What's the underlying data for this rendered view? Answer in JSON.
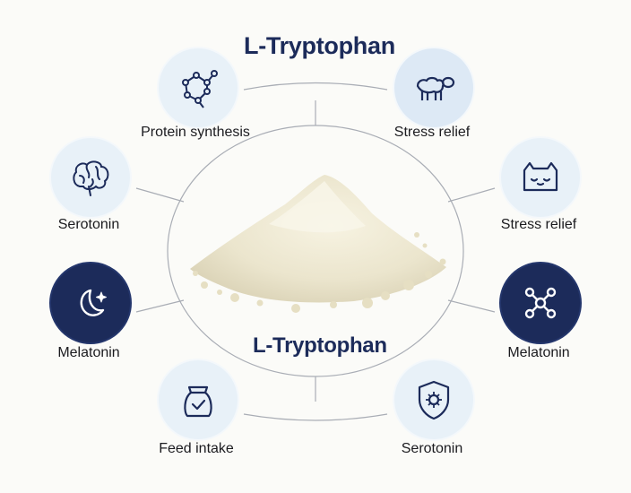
{
  "title_top": "L-Tryptophan",
  "title_center": "L-Tryptophan",
  "nodes": [
    {
      "label": "Protein synthesis",
      "icon": "molecule-network-icon",
      "style": "light"
    },
    {
      "label": "Stress relief",
      "icon": "sheep-icon",
      "style": "light"
    },
    {
      "label": "Serotonin",
      "icon": "brain-icon",
      "style": "light"
    },
    {
      "label": "Stress relief",
      "icon": "sleeping-cat-icon",
      "style": "light"
    },
    {
      "label": "Melatonin",
      "icon": "moon-stars-icon",
      "style": "dark"
    },
    {
      "label": "Melatonin",
      "icon": "molecule-icon",
      "style": "dark"
    },
    {
      "label": "Feed intake",
      "icon": "feed-bag-icon",
      "style": "light"
    },
    {
      "label": "Serotonin",
      "icon": "shield-virus-icon",
      "style": "light"
    }
  ],
  "colors": {
    "navy": "#1c2b5a",
    "light_circle": "#e8f1f8",
    "line": "#a9adb5"
  }
}
